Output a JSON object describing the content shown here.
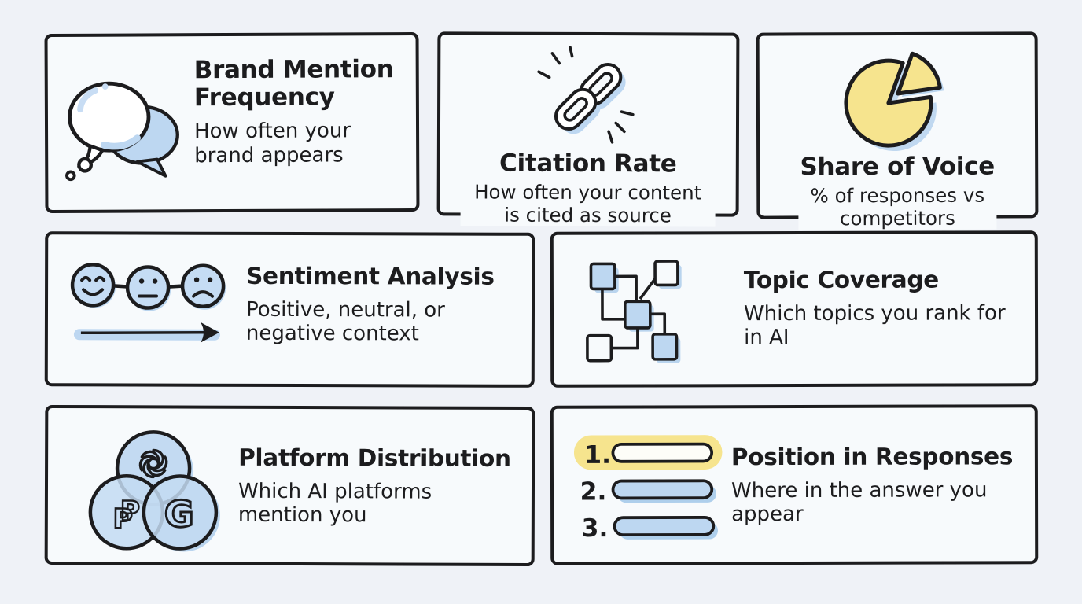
{
  "page": {
    "background_color": "#eff2f7",
    "card_color": "#f7fafc",
    "ink_color": "#1c1c1e",
    "accent_blue": "#bdd7f1",
    "accent_yellow": "#f6e48e"
  },
  "cards": [
    {
      "id": "brand-mention-frequency",
      "icon": "speech-bubbles-icon",
      "title": "Brand Mention Frequency",
      "description": "How often your brand appears"
    },
    {
      "id": "citation-rate",
      "icon": "chain-link-icon",
      "title": "Citation Rate",
      "description": "How often your content is cited as source"
    },
    {
      "id": "share-of-voice",
      "icon": "pie-chart-icon",
      "title": "Share of Voice",
      "description": "% of responses vs competitors"
    },
    {
      "id": "sentiment-analysis",
      "icon": "sentiment-faces-icon",
      "title": "Sentiment Analysis",
      "description": "Positive, neutral, or negative context"
    },
    {
      "id": "topic-coverage",
      "icon": "network-nodes-icon",
      "title": "Topic Coverage",
      "description": "Which topics you rank for in AI"
    },
    {
      "id": "platform-distribution",
      "icon": "venn-platforms-icon",
      "title": "Platform Distribution",
      "description": "Which AI platforms mention you",
      "platform_letters": {
        "left": "P",
        "right": "G"
      }
    },
    {
      "id": "position-in-responses",
      "icon": "numbered-list-icon",
      "title": "Position in Responses",
      "description": "Where in the answer you appear",
      "list_numbers": [
        "1.",
        "2.",
        "3."
      ]
    }
  ]
}
